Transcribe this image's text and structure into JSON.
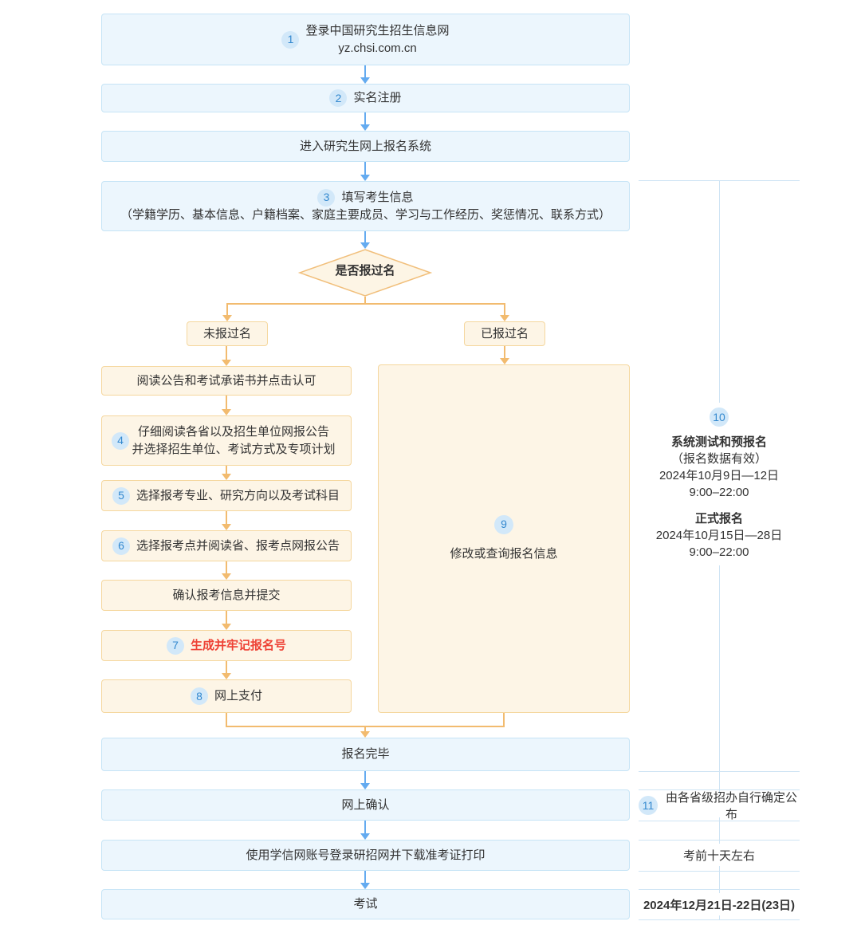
{
  "colors": {
    "blue_box_bg": "#ecf6fd",
    "blue_box_border": "#c6e4f6",
    "orange_box_bg": "#fdf5e6",
    "orange_box_border": "#f5d79e",
    "blue_arrow": "#64abf0",
    "orange_arrow": "#f2bb6f",
    "badge_bg": "#d2e8f9",
    "badge_text": "#3489cf",
    "red_text": "#ee4235",
    "bracket_line": "#cfe4f4"
  },
  "flow": {
    "step1": {
      "badge": "1",
      "line1": "登录中国研究生招生信息网",
      "line2": "yz.chsi.com.cn"
    },
    "step2": {
      "badge": "2",
      "label": "实名注册"
    },
    "enter_system": {
      "label": "进入研究生网上报名系统"
    },
    "step3": {
      "badge": "3",
      "title": "填写考生信息",
      "detail": "（学籍学历、基本信息、户籍档案、家庭主要成员、学习与工作经历、奖惩情况、联系方式）"
    },
    "decision": {
      "label": "是否报过名"
    },
    "branch_no": {
      "label": "未报过名"
    },
    "branch_yes": {
      "label": "已报过名"
    },
    "read_notice": {
      "label": "阅读公告和考试承诺书并点击认可"
    },
    "step4": {
      "badge": "4",
      "line1": "仔细阅读各省以及招生单位网报公告",
      "line2": "并选择招生单位、考试方式及专项计划"
    },
    "step5": {
      "badge": "5",
      "label": "选择报考专业、研究方向以及考试科目"
    },
    "step6": {
      "badge": "6",
      "label": "选择报考点并阅读省、报考点网报公告"
    },
    "confirm_submit": {
      "label": "确认报考信息并提交"
    },
    "step7": {
      "badge": "7",
      "label": "生成并牢记报名号"
    },
    "step8": {
      "badge": "8",
      "label": "网上支付"
    },
    "step9": {
      "badge": "9",
      "label": "修改或查询报名信息"
    },
    "finish": {
      "label": "报名完毕"
    },
    "online_confirm": {
      "label": "网上确认"
    },
    "download_ticket": {
      "label": "使用学信网账号登录研招网并下载准考证打印"
    },
    "exam": {
      "label": "考试"
    }
  },
  "annotations": {
    "schedule": {
      "badge": "10",
      "title1": "系统测试和预报名",
      "note": "（报名数据有效）",
      "date1": "2024年10月9日—12日",
      "time1": "9:00–22:00",
      "title2": "正式报名",
      "date2": "2024年10月15日—28日",
      "time2": "9:00–22:00"
    },
    "confirm_note": {
      "badge": "11",
      "label": "由各省级招办自行确定公布"
    },
    "ticket_note": {
      "label": "考前十天左右"
    },
    "exam_date": {
      "label": "2024年12月21日-22日(23日)"
    }
  }
}
